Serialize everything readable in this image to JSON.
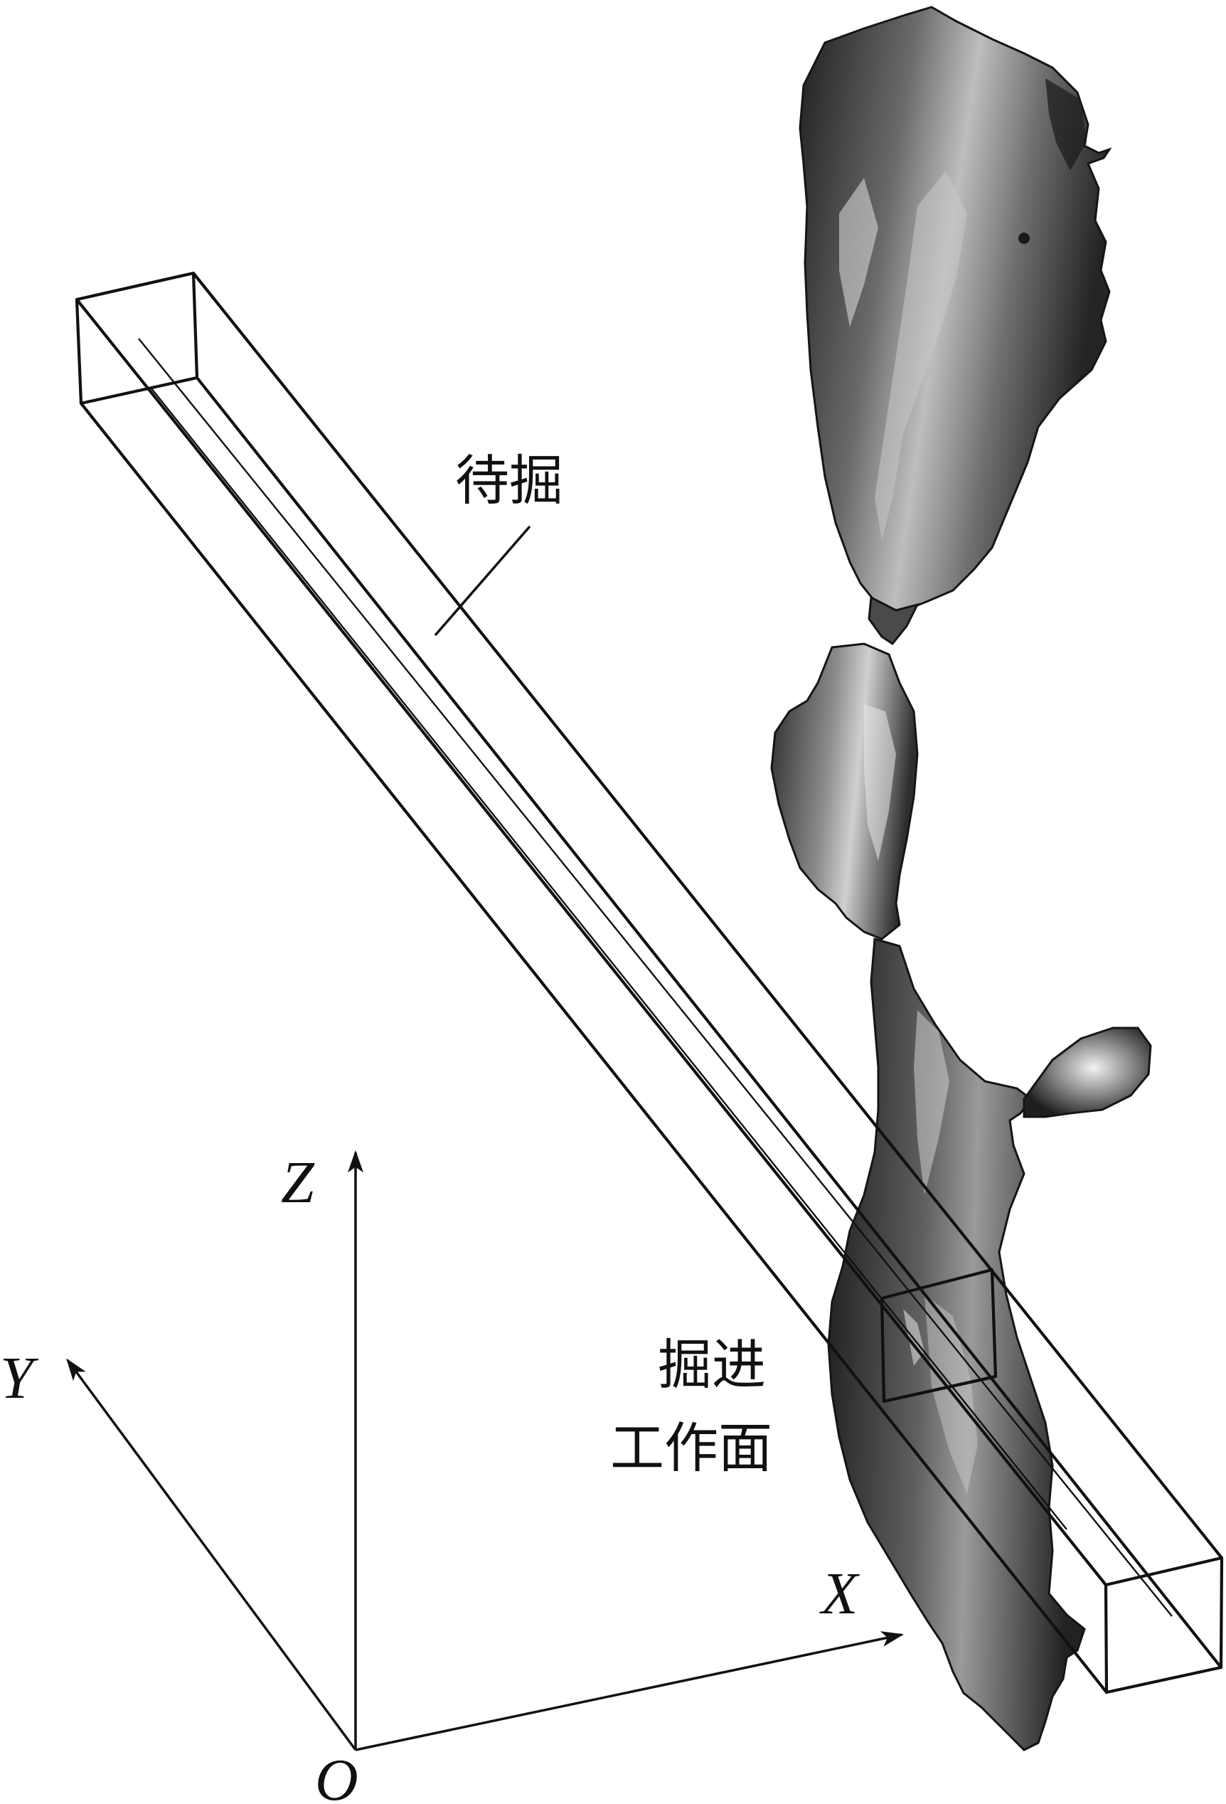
{
  "labels": {
    "unexcavated": "待掘",
    "working_face_line1": "掘进",
    "working_face_line2": "工作面"
  },
  "axes": {
    "x": "X",
    "y": "Y",
    "z": "Z",
    "origin": "O"
  },
  "colors": {
    "line": "#111111",
    "orebody_dark": "#1e1e1e",
    "orebody_mid": "#5a5a5a",
    "orebody_light": "#d8d8d8",
    "background": "#ffffff"
  }
}
